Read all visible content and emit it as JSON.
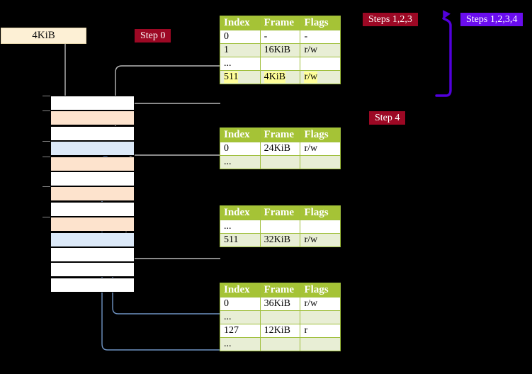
{
  "legend": {
    "kib_label": "4KiB"
  },
  "badges": [
    {
      "name": "step-0",
      "label": "Step 0",
      "color": "#9c0824"
    },
    {
      "name": "steps-123",
      "label": "Steps 1,2,3",
      "color": "#9c0824"
    },
    {
      "name": "steps-1234",
      "label": "Steps 1,2,3,4",
      "color": "#6a0dee"
    },
    {
      "name": "step-4",
      "label": "Step 4",
      "color": "#9c0824"
    }
  ],
  "table_headers": [
    "Index",
    "Frame",
    "Flags"
  ],
  "tables": [
    {
      "name": "page-table-level-0",
      "rows": [
        {
          "cells": [
            "0",
            "-",
            "-"
          ],
          "alt": false,
          "highlight": false
        },
        {
          "cells": [
            "1",
            "16KiB",
            "r/w"
          ],
          "alt": true,
          "highlight": false
        },
        {
          "cells": [
            "...",
            "",
            ""
          ],
          "alt": false,
          "highlight": false
        },
        {
          "cells": [
            "511",
            "4KiB",
            "r/w"
          ],
          "alt": true,
          "highlight": true
        }
      ]
    },
    {
      "name": "page-table-level-1",
      "rows": [
        {
          "cells": [
            "0",
            "24KiB",
            "r/w"
          ],
          "alt": false,
          "highlight": false
        },
        {
          "cells": [
            "...",
            "",
            ""
          ],
          "alt": true,
          "highlight": false
        }
      ]
    },
    {
      "name": "page-table-level-2",
      "rows": [
        {
          "cells": [
            "...",
            "",
            ""
          ],
          "alt": false,
          "highlight": false
        },
        {
          "cells": [
            "511",
            "32KiB",
            "r/w"
          ],
          "alt": true,
          "highlight": false
        }
      ]
    },
    {
      "name": "page-table-level-3",
      "rows": [
        {
          "cells": [
            "0",
            "36KiB",
            "r/w"
          ],
          "alt": false,
          "highlight": false
        },
        {
          "cells": [
            "...",
            "",
            ""
          ],
          "alt": true,
          "highlight": false
        },
        {
          "cells": [
            "127",
            "12KiB",
            "r"
          ],
          "alt": false,
          "highlight": false
        },
        {
          "cells": [
            "...",
            "",
            ""
          ],
          "alt": true,
          "highlight": false
        }
      ]
    }
  ],
  "memory_rows": [
    {
      "fill": "white"
    },
    {
      "fill": "orange"
    },
    {
      "fill": "white"
    },
    {
      "fill": "blue"
    },
    {
      "fill": "orange"
    },
    {
      "fill": "white"
    },
    {
      "fill": "orange"
    },
    {
      "fill": "white"
    },
    {
      "fill": "orange"
    },
    {
      "fill": "blue"
    },
    {
      "fill": "white"
    },
    {
      "fill": "white"
    },
    {
      "fill": "white"
    }
  ],
  "colors": {
    "header_green": "#a5c336",
    "row_alt_green": "#e8eed5",
    "highlight_yellow": "#ffff99",
    "memory_orange": "#fde3cd",
    "memory_blue": "#dce9f8",
    "legend_cream": "#fdf0d5",
    "wire_grey": "#b0b0b0",
    "wire_blue": "#6f94c4",
    "badge_red": "#9c0824",
    "badge_violet": "#6a0dee",
    "background": "#000000"
  }
}
